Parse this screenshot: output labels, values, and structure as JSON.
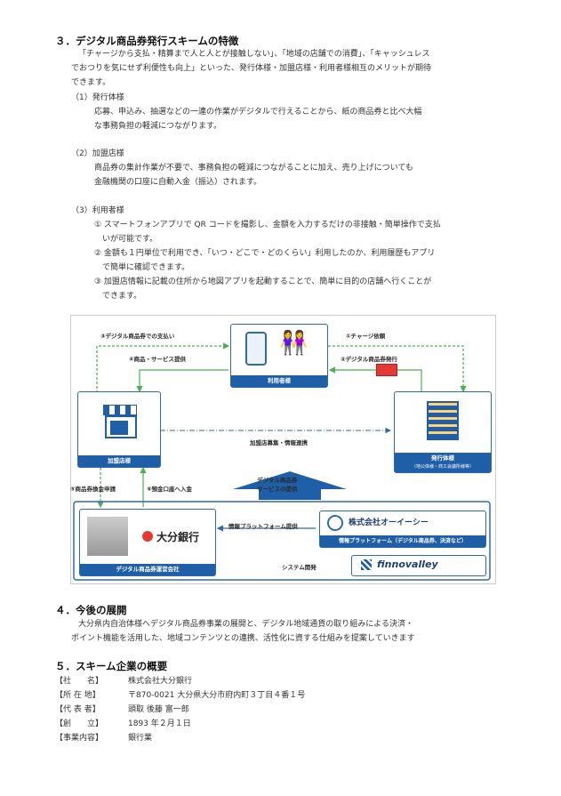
{
  "section3": {
    "title": "３．デジタル商品券発行スキームの特徴",
    "intro": [
      "「チャージから支払・精算まで人と人とが接触しない」、「地域の店舗での消費」、「キャッシュレス",
      "でおつりを気にせず利便性も向上」といった、発行体様・加盟店様・利用者様相互のメリットが期待",
      "できます。"
    ],
    "items": [
      {
        "heading": "（1）発行体様",
        "lines": [
          "応募、申込み、抽選などの一連の作業がデジタルで行えることから、紙の商品券と比べ大幅",
          "な事務負担の軽減につながります。"
        ]
      },
      {
        "heading": "（2）加盟店様",
        "lines": [
          "商品券の集計作業が不要で、事務負担の軽減につながることに加え、売り上げについても",
          "金融機関の口座に自動入金（振込）されます。"
        ]
      },
      {
        "heading": "（3）利用者様",
        "lines": [
          "① スマートフォンアプリで QR コードを撮影し、金額を入力するだけの非接触・簡単操作で支払",
          "　いが可能です。",
          "② 金額も１円単位で利用でき、「いつ・どこで・どのくらい」利用したのか、利用履歴もアプリ",
          "　で簡単に確認できます。",
          "③ 加盟店情報に記載の住所から地図アプリを起動することで、簡単に目的の店舗へ行くことが",
          "　できます。"
        ]
      }
    ]
  },
  "diagram": {
    "users": "利用者様",
    "store": "加盟店様",
    "issuer": "発行体様",
    "issuer_sub": "（地公体様・商工会議所様等）",
    "step1": "①チャージ依頼",
    "step2": "②デジタル商品券発行",
    "step3": "③デジタル商品券での支払い",
    "step4": "④商品・サービス提供",
    "step5": "⑤商品券換金申請",
    "step6": "⑥預金口座へ入金",
    "recruit": "加盟店募集・情報連携",
    "service": [
      "デジタル商品券",
      "サービスの提供"
    ],
    "bank_name": "大分銀行",
    "bank_caption": "デジタル商品券運営会社",
    "platform_label": "情報プラットフォーム提供",
    "oec_name": "株式会社オーイーシー",
    "oec_caption": "情報プラットフォーム（デジタル商品券、決済など）",
    "sysdev": "システム開発",
    "finno": "finnovalley",
    "colors": {
      "accent": "#1f5fa8",
      "arrow_green": "#4caf50",
      "box_border": "#2f6aab"
    }
  },
  "section4": {
    "title": "４．今後の展開",
    "lines": [
      "大分県内自治体様へデジタル商品券事業の展開と、デジタル地域通貨の取り組みによる決済・",
      "ポイント機能を活用した、地域コンテンツとの連携、活性化に資する仕組みを提案していきます"
    ]
  },
  "section5": {
    "title": "５．スキーム企業の概要",
    "rows": [
      {
        "label": "【社　　名】",
        "value": "株式会社大分銀行"
      },
      {
        "label": "【所 在 地】",
        "value": "〒870-0021 大分県大分市府内町３丁目４番１号"
      },
      {
        "label": "【代 表 者】",
        "value": "頭取 後藤 富一郎"
      },
      {
        "label": "【創　　立】",
        "value": "1893 年２月１日"
      },
      {
        "label": "【事業内容】",
        "value": "銀行業"
      }
    ]
  }
}
